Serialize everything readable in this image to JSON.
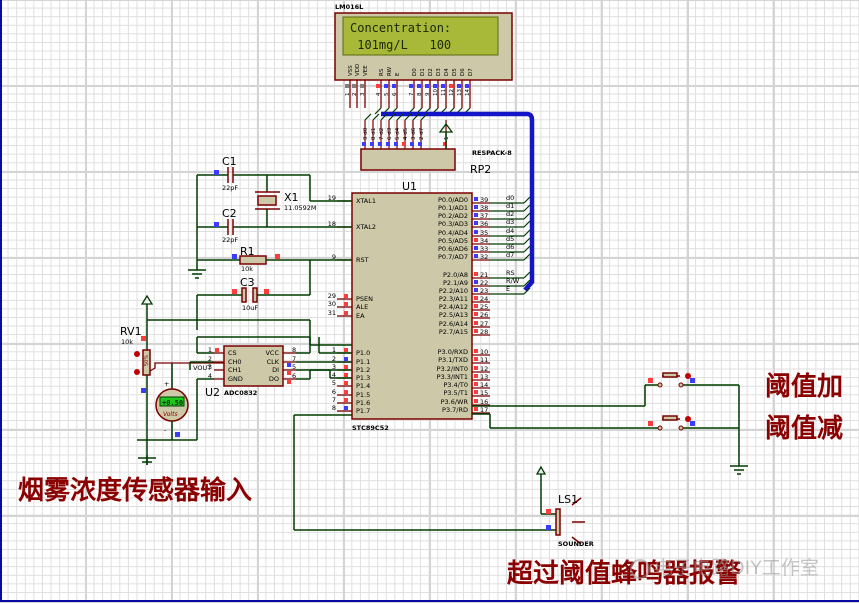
{
  "diagram": {
    "type": "circuit-schematic",
    "colors": {
      "wire": "#003c00",
      "component_outline": "#7a0000",
      "component_fill": "#ccc8a8",
      "bus": "#1414c8",
      "pin_high": "#ff3c3c",
      "pin_low": "#3c3cff",
      "lcd_bg": "#a8b838",
      "lcd_text": "#1c2808",
      "annotation": "#8b0000"
    },
    "lcd": {
      "part": "LM016L",
      "line1": "Concentration:",
      "line2": " 101mg/L   100",
      "pin_names": [
        "VSS",
        "VDD",
        "VEE",
        "RS",
        "RW",
        "E",
        "D0",
        "D1",
        "D2",
        "D3",
        "D4",
        "D5",
        "D6",
        "D7"
      ],
      "pin_numbers": [
        "1",
        "2",
        "3",
        "4",
        "5",
        "6",
        "7",
        "8",
        "9",
        "10",
        "11",
        "12",
        "13",
        "14"
      ],
      "net_labels": [
        "RS",
        "RW",
        "E",
        "d0",
        "d1",
        "d2",
        "d3",
        "d4",
        "d5",
        "d6",
        "d7"
      ]
    },
    "rp2": {
      "ref": "RP2",
      "part": "RESPACK-8",
      "pin_labels": [
        "9 d0",
        "8 d1",
        "7 d2",
        "6 d3",
        "5 d4",
        "4 d5",
        "3 d6",
        "2 d7",
        "1"
      ]
    },
    "u1": {
      "ref": "U1",
      "part": "STC89C52",
      "left_pins": [
        {
          "num": "19",
          "name": "XTAL1"
        },
        {
          "num": "18",
          "name": "XTAL2"
        },
        {
          "num": "9",
          "name": "RST"
        },
        {
          "num": "29",
          "name": "PSEN"
        },
        {
          "num": "30",
          "name": "ALE"
        },
        {
          "num": "31",
          "name": "EA"
        },
        {
          "num": "1",
          "name": "P1.0"
        },
        {
          "num": "2",
          "name": "P1.1"
        },
        {
          "num": "3",
          "name": "P1.2"
        },
        {
          "num": "4",
          "name": "P1.3"
        },
        {
          "num": "5",
          "name": "P1.4"
        },
        {
          "num": "6",
          "name": "P1.5"
        },
        {
          "num": "7",
          "name": "P1.6"
        },
        {
          "num": "8",
          "name": "P1.7"
        }
      ],
      "right_pins": [
        {
          "num": "39",
          "name": "P0.0/AD0",
          "net": "d0"
        },
        {
          "num": "38",
          "name": "P0.1/AD1",
          "net": "d1"
        },
        {
          "num": "37",
          "name": "P0.2/AD2",
          "net": "d2"
        },
        {
          "num": "36",
          "name": "P0.3/AD3",
          "net": "d3"
        },
        {
          "num": "35",
          "name": "P0.4/AD4",
          "net": "d4"
        },
        {
          "num": "34",
          "name": "P0.5/AD5",
          "net": "d5"
        },
        {
          "num": "33",
          "name": "P0.6/AD6",
          "net": "d6"
        },
        {
          "num": "32",
          "name": "P0.7/AD7",
          "net": "d7"
        },
        {
          "num": "21",
          "name": "P2.0/A8",
          "net": "RS"
        },
        {
          "num": "22",
          "name": "P2.1/A9",
          "net": "R/W"
        },
        {
          "num": "23",
          "name": "P2.2/A10",
          "net": "E"
        },
        {
          "num": "24",
          "name": "P2.3/A11",
          "net": ""
        },
        {
          "num": "25",
          "name": "P2.4/A12",
          "net": ""
        },
        {
          "num": "26",
          "name": "P2.5/A13",
          "net": ""
        },
        {
          "num": "27",
          "name": "P2.6/A14",
          "net": ""
        },
        {
          "num": "28",
          "name": "P2.7/A15",
          "net": ""
        },
        {
          "num": "10",
          "name": "P3.0/RXD",
          "net": ""
        },
        {
          "num": "11",
          "name": "P3.1/TXD",
          "net": ""
        },
        {
          "num": "12",
          "name": "P3.2/INT0",
          "net": ""
        },
        {
          "num": "13",
          "name": "P3.3/INT1",
          "net": ""
        },
        {
          "num": "14",
          "name": "P3.4/T0",
          "net": ""
        },
        {
          "num": "15",
          "name": "P3.5/T1",
          "net": ""
        },
        {
          "num": "16",
          "name": "P3.6/WR",
          "net": ""
        },
        {
          "num": "17",
          "name": "P3.7/RD",
          "net": ""
        }
      ]
    },
    "u2": {
      "ref": "U2",
      "part": "ADC0832",
      "left_pins": [
        {
          "num": "1",
          "name": "CS"
        },
        {
          "num": "2",
          "name": "CH0"
        },
        {
          "num": "3",
          "name": "CH1"
        },
        {
          "num": "4",
          "name": "GND"
        }
      ],
      "right_pins": [
        {
          "num": "8",
          "name": "VCC"
        },
        {
          "num": "7",
          "name": "CLK"
        },
        {
          "num": "5",
          "name": "DI"
        },
        {
          "num": "6",
          "name": "DO"
        }
      ],
      "net_label_vout": "VOUT"
    },
    "components": {
      "c1": {
        "ref": "C1",
        "value": "22pF"
      },
      "c2": {
        "ref": "C2",
        "value": "22pF"
      },
      "x1": {
        "ref": "X1",
        "value": "11.0592M"
      },
      "r1": {
        "ref": "R1",
        "value": "10k"
      },
      "c3": {
        "ref": "C3",
        "value": "10uF"
      },
      "rv1": {
        "ref": "RV1",
        "value": "10k",
        "wiper": "50%"
      },
      "voltmeter": {
        "reading": "+0.50",
        "unit": "Volts",
        "plus": "+",
        "minus": "-"
      },
      "ls1": {
        "ref": "LS1",
        "part": "SOUNDER"
      }
    },
    "annotations": {
      "threshold_up": "阈值加",
      "threshold_down": "阈值减",
      "sensor_input": "烟雾浓度传感器输入",
      "buzzer_alarm": "超过阈值蜂鸣器报警"
    },
    "watermark": "电子电路DIY工作室"
  }
}
